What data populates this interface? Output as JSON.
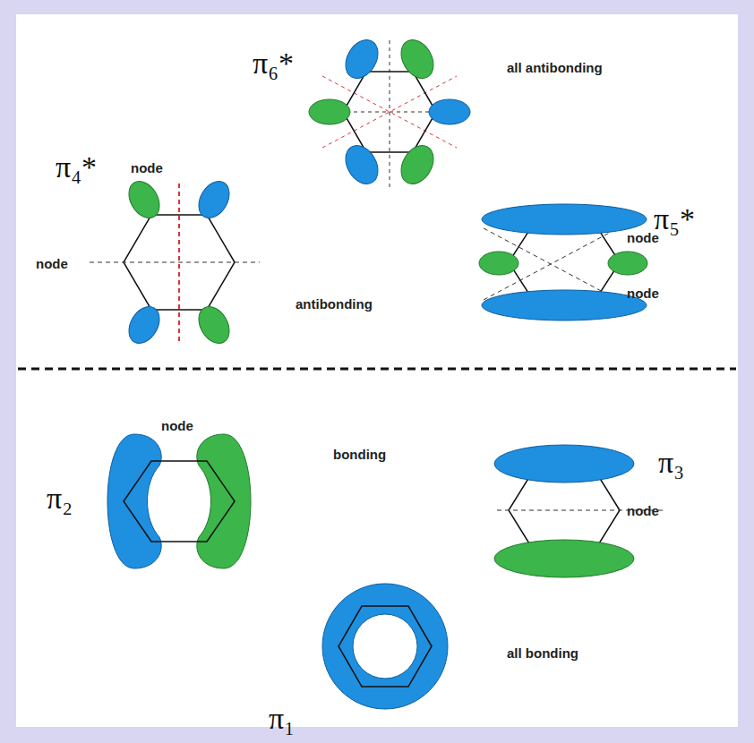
{
  "diagram": {
    "labels": [
      "π₆*",
      "all antibonding",
      "π₄*",
      "node",
      "node",
      "antibonding",
      "π₅*",
      "node",
      "node",
      "node",
      "bonding",
      "π₂",
      "π₃",
      "node",
      "π₁",
      "all bonding"
    ]
  }
}
